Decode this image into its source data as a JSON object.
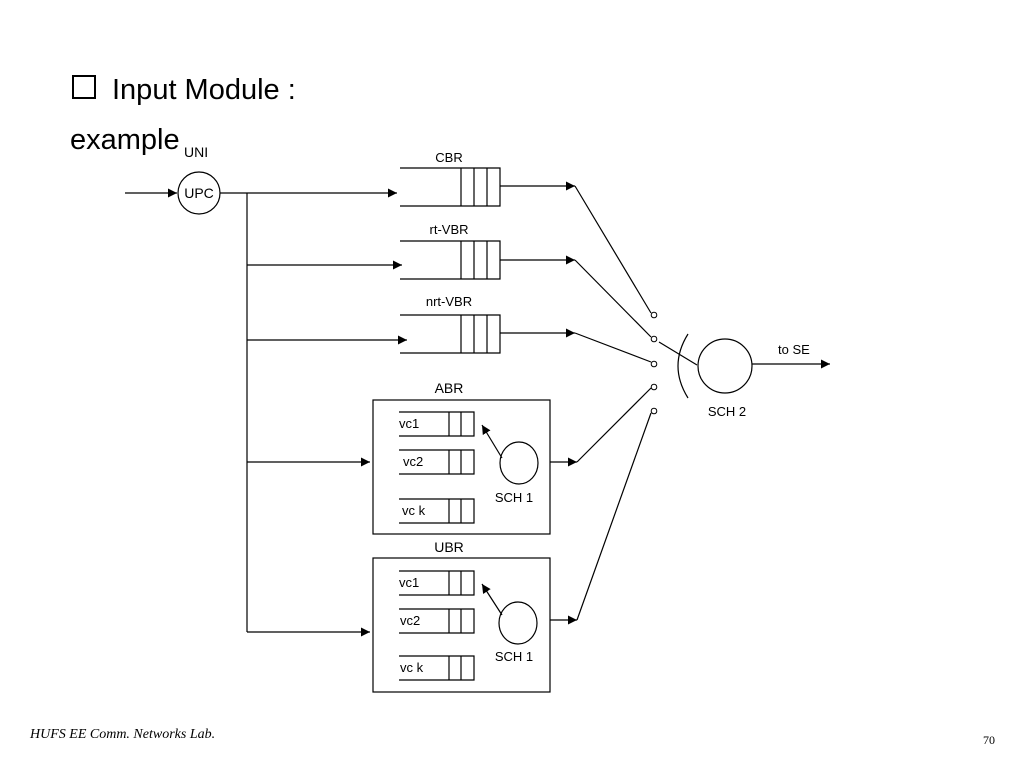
{
  "slide": {
    "title_line1": "Input Module :",
    "title_line2": "example",
    "bullet_icon": "checkbox-square-icon"
  },
  "diagram": {
    "uni_label": "UNI",
    "upc_label": "UPC",
    "queues": {
      "cbr": "CBR",
      "rt_vbr": "rt-VBR",
      "nrt_vbr": "nrt-VBR"
    },
    "abr": {
      "label": "ABR",
      "vc1": "vc1",
      "vc2": "vc2",
      "vck": "vc k",
      "scheduler": "SCH 1"
    },
    "ubr": {
      "label": "UBR",
      "vc1": "vc1",
      "vc2": "vc2",
      "vck": "vc k",
      "scheduler": "SCH 1"
    },
    "sch2_label": "SCH 2",
    "output_label": "to SE"
  },
  "footer": {
    "lab": "HUFS  EE  Comm. Networks Lab.",
    "page_number": "70"
  }
}
